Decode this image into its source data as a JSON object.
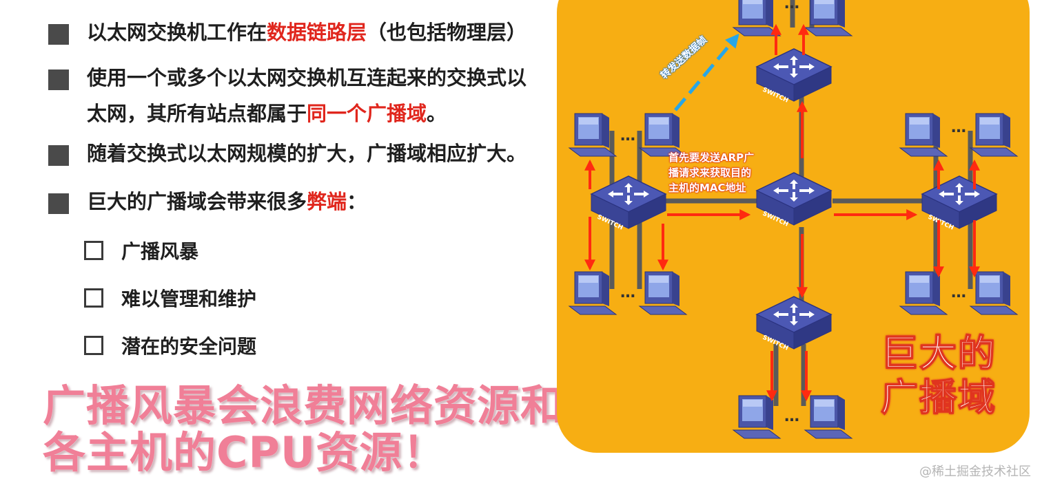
{
  "bullets": [
    {
      "pre": "以太网交换机工作在",
      "hl": "数据链路层",
      "post": "（也包括物理层）"
    },
    {
      "pre": "使用一个或多个以太网交换机互连起来的交换式以\n太网，其所有站点都属于",
      "hl": "同一个广播域",
      "post": "。"
    },
    {
      "pre": "随着交换式以太网规模的扩大，广播域相应扩大。",
      "hl": "",
      "post": ""
    },
    {
      "pre": "巨大的广播域会带来很多",
      "hl": "弊端",
      "post": "："
    }
  ],
  "sub_items": [
    "广播风暴",
    "难以管理和维护",
    "潜在的安全问题"
  ],
  "big_text": {
    "line1": "广播风暴会浪费网络资源和",
    "line2": "各主机的CPU资源！"
  },
  "diagram": {
    "domain_line1": "巨大的",
    "domain_line2": "广播域",
    "arp_note": "首先要发送ARP广\n播请求来获取目的\n主机的MAC地址",
    "forward_note": "转发送数据帧",
    "switch_label": "SWITCH",
    "dots": "…",
    "colors": {
      "panel": "#f7ae13",
      "arrow": "#ff2a10",
      "switch": "#4a57b0",
      "highlight": "#e0261d",
      "big_text": "#f07f97"
    }
  },
  "watermark": "@稀土掘金技术社区"
}
